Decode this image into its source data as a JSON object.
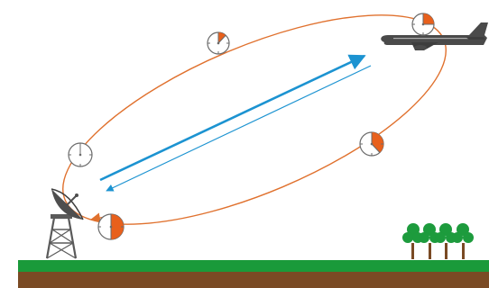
{
  "diagram": {
    "colors": {
      "orbit": "#e0712e",
      "signal": "#1c93d1",
      "clock_fill": "#e8601c",
      "clock_stroke": "#6b6b6b",
      "grass": "#1a9a3a",
      "soil": "#7a4a24",
      "tree": "#1d9b3d",
      "trunk": "#7a4a24",
      "plane": "#4a4a4a",
      "antenna": "#5a5a5a"
    },
    "clocks": [
      {
        "name": "clock-near-antenna",
        "fraction": 0.5
      },
      {
        "name": "clock-left",
        "fraction": 0.0
      },
      {
        "name": "clock-top-left",
        "fraction": 0.12
      },
      {
        "name": "clock-top-right",
        "fraction": 0.25
      },
      {
        "name": "clock-right",
        "fraction": 0.38
      }
    ],
    "trees_count": 4
  }
}
